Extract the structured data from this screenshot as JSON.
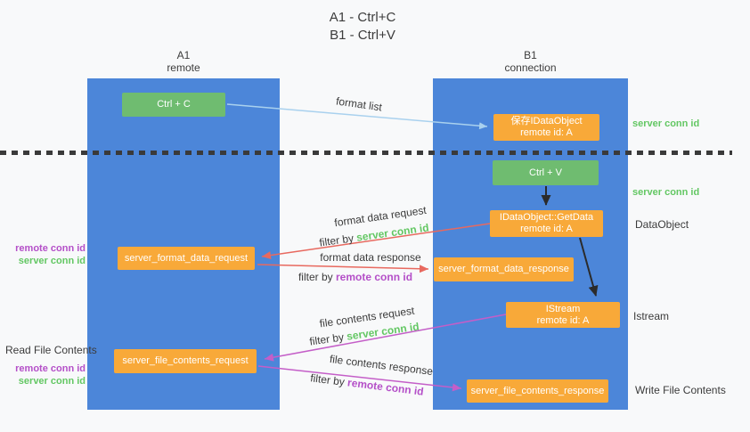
{
  "title": {
    "line1": "A1 - Ctrl+C",
    "line2": "B1 - Ctrl+V"
  },
  "lifelines": {
    "left": {
      "name": "A1",
      "role": "remote"
    },
    "right": {
      "name": "B1",
      "role": "connection"
    }
  },
  "nodes": {
    "ctrl_c_label": "Ctrl + C",
    "ctrl_v_label": "Ctrl + V",
    "save_idataobject": {
      "title": "保存IDataObject",
      "subtitle": "remote id: A"
    },
    "idataobject_getdata": {
      "title": "IDataObject::GetData",
      "subtitle": "remote id: A"
    },
    "istream": {
      "title": "IStream",
      "subtitle": "remote id: A"
    },
    "server_format_data_request": "server_format_data_request",
    "server_format_data_response": "server_format_data_response",
    "server_file_contents_request": "server_file_contents_request",
    "server_file_contents_response": "server_file_contents_response"
  },
  "arrow_labels": {
    "format_list": "format list",
    "format_data_request": "format data request",
    "format_data_response": "format data response",
    "file_contents_request": "file contents request",
    "file_contents_response": "file contents response",
    "filter_by": "filter by",
    "server_conn_id": "server conn id",
    "remote_conn_id": "remote conn id"
  },
  "side_labels": {
    "dataobject": "DataObject",
    "istream": "Istream",
    "read_file_contents": "Read File Contents",
    "write_file_contents": "Write File Contents",
    "server_conn_id": "server conn id",
    "remote_conn_id": "remote conn id"
  },
  "colors": {
    "lifeline_blue": "#4c86d9",
    "node_green": "#6fbc70",
    "node_orange": "#f8a939",
    "conn_id_green": "#63c763",
    "conn_id_purple": "#b44fc8",
    "arrow_red": "#e8695f",
    "arrow_magenta": "#c45ec8",
    "arrow_lightblue": "#a9d1ee",
    "arrow_black": "#2b2b2b"
  }
}
